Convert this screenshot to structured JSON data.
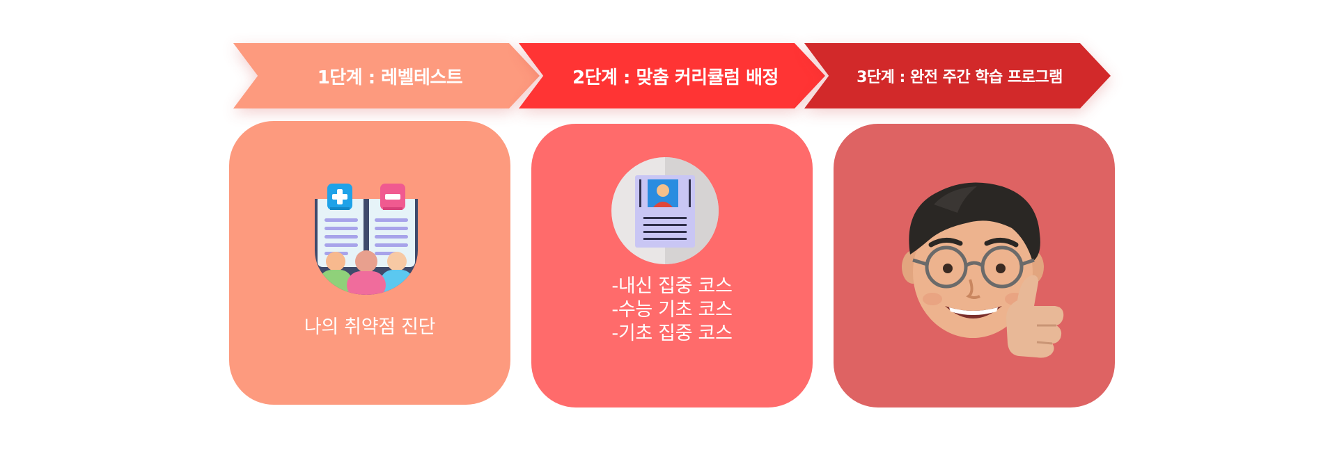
{
  "colors": {
    "step1": "#FD9A7E",
    "step2": "#FF3434",
    "step3": "#D2292A",
    "card1": "#FD9A7E",
    "card2": "#FF6B6B",
    "card3": "#DE6363"
  },
  "steps": [
    {
      "label": "1단계 : 레벨테스트"
    },
    {
      "label": "2단계 : 맞춤 커리큘럼 배정"
    },
    {
      "label": "3단계 : 완전 주간 학습 프로그램"
    }
  ],
  "cards": {
    "card1": {
      "icon": "open-book-students-icon",
      "text": "나의 취약점 진단"
    },
    "card2": {
      "icon": "profile-document-icon",
      "lines": [
        "-내신 집중 코스",
        "-수능 기초 코스",
        "-기초 집중 코스"
      ]
    },
    "card3": {
      "icon": "thumbs-up-memoji-icon"
    }
  }
}
